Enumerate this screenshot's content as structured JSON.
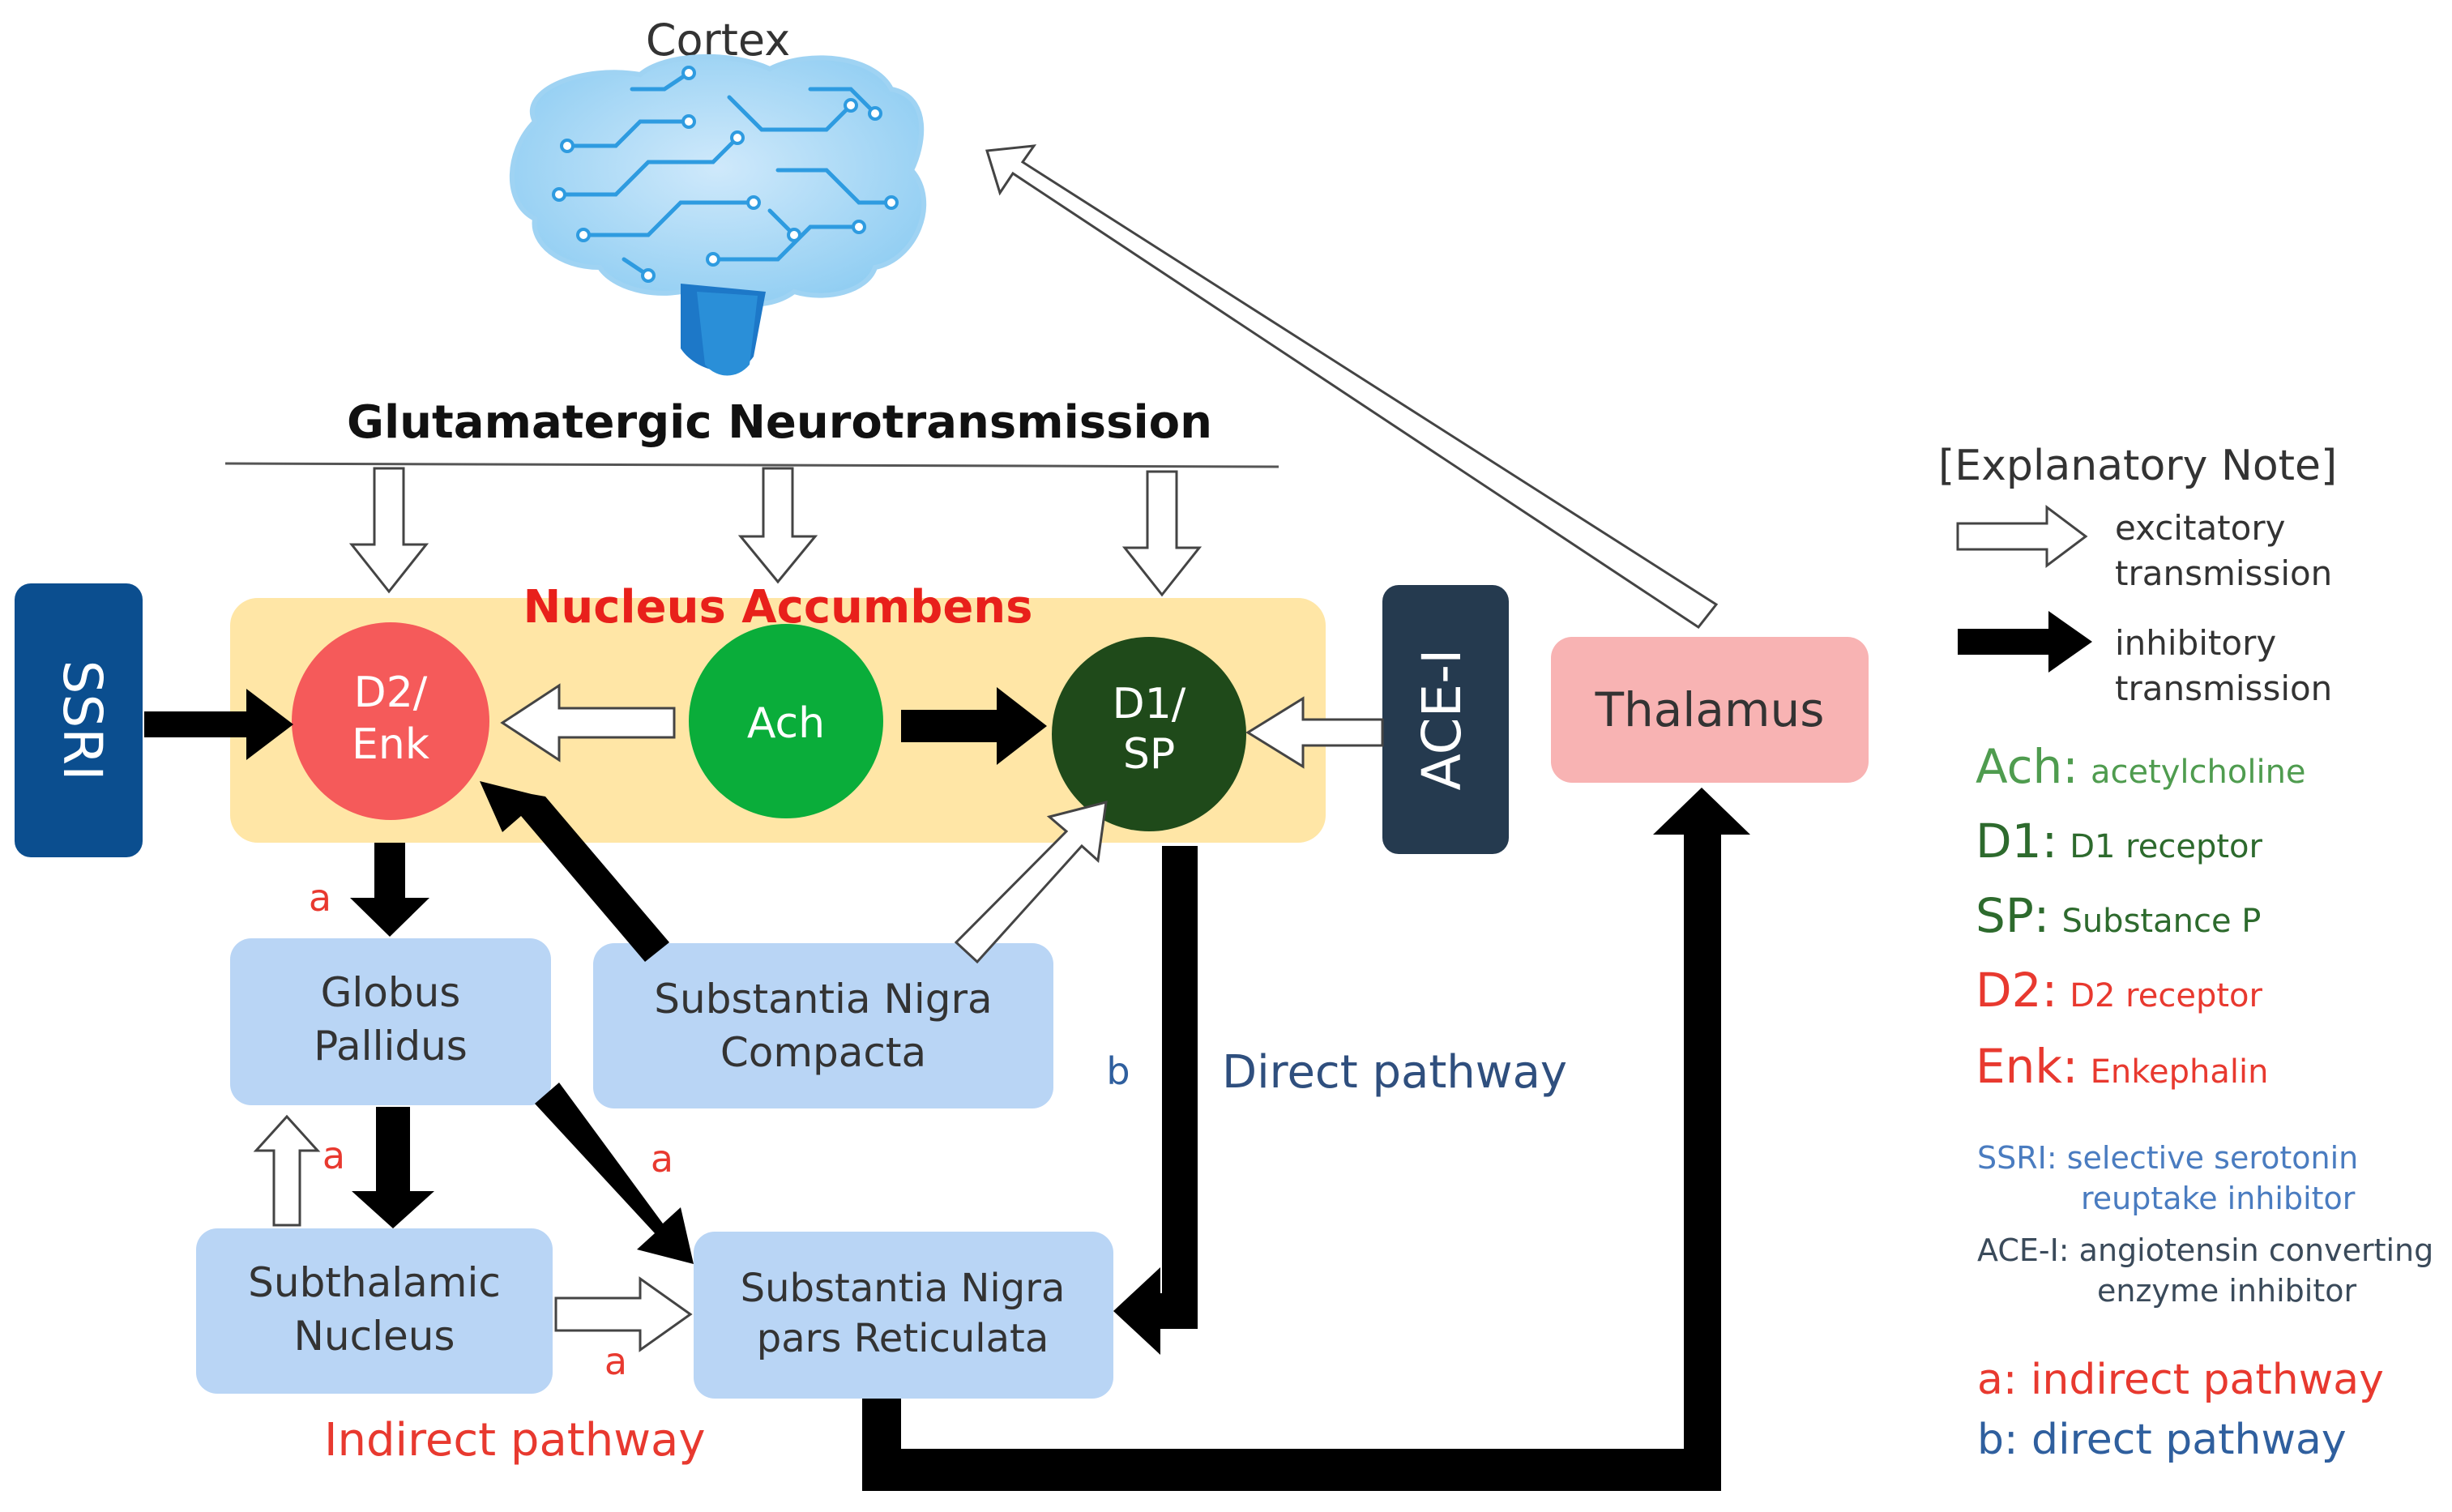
{
  "colors": {
    "red_label": "#e8392f",
    "blue_label": "#2f5f9e",
    "green_dark": "#2d6a2d",
    "gray_text": "#3a3a3a",
    "ssri_box": "#0b4e8f",
    "ace_box": "#253a4f",
    "accumbens_box": "#ffe6a6",
    "region_box": "#b9d5f5",
    "thalamus_box": "#f8b3b3",
    "d2_node": "#f55a5a",
    "ach_node": "#0aad3a",
    "d1_node": "#1f4a1a"
  },
  "diagram": {
    "title_cortex": "Cortex",
    "glutamate": "Glutamatergic Neurotransmission",
    "accumbens": "Nucleus  Accumbens",
    "ssri": "SSRI",
    "ace": "ACE-I",
    "d2": {
      "line1": "D2/",
      "line2": "Enk"
    },
    "ach": "Ach",
    "d1": {
      "line1": "D1/",
      "line2": "SP"
    },
    "thalamus": "Thalamus",
    "globus": {
      "line1": "Globus",
      "line2": "Pallidus"
    },
    "snc": {
      "line1": "Substantia Nigra",
      "line2": "Compacta"
    },
    "stn": {
      "line1": "Subthalamic",
      "line2": "Nucleus"
    },
    "snr": {
      "line1": "Substantia Nigra",
      "line2": "pars Reticulata"
    },
    "label_a": "a",
    "label_b": "b",
    "direct_pathway": "Direct pathway",
    "indirect_pathway": "Indirect pathway"
  },
  "legend": {
    "title": "[Explanatory Note]",
    "excitatory": {
      "line1": "excitatory",
      "line2": "transmission"
    },
    "inhibitory": {
      "line1": "inhibitory",
      "line2": "transmission"
    },
    "items": [
      {
        "abbr": "Ach:",
        "desc": "acetylcholine"
      },
      {
        "abbr": "D1:",
        "desc": "D1 receptor"
      },
      {
        "abbr": "SP:",
        "desc": "Substance P"
      },
      {
        "abbr": "D2:",
        "desc": "D2 receptor"
      },
      {
        "abbr": "Enk:",
        "desc": "Enkephalin"
      }
    ],
    "ssri": {
      "line1": "SSRI: selective serotonin",
      "line2": "reuptake inhibitor"
    },
    "ace": {
      "line1": "ACE-I: angiotensin converting",
      "line2": "enzyme inhibitor"
    },
    "a": "a: indirect pathway",
    "b": "b: direct pathway"
  }
}
